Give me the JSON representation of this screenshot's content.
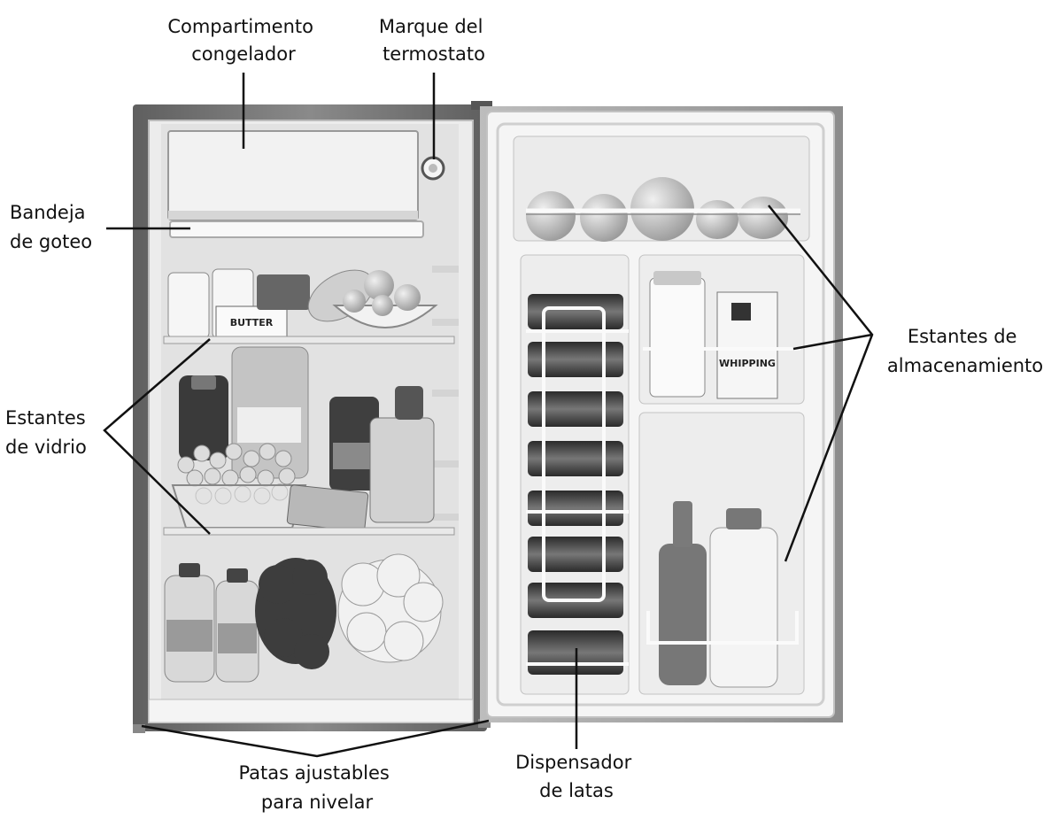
{
  "labels": {
    "freezer": [
      "Compartimento",
      "congelador"
    ],
    "thermostat": [
      "Marque del",
      "termostato"
    ],
    "drip_tray": [
      "Bandeja",
      "de goteo"
    ],
    "glass_shelves": [
      "Estantes",
      "de vidrio"
    ],
    "storage_shelves": [
      "Estantes de",
      "almacenamiento"
    ],
    "leveling_legs": [
      "Patas ajustables",
      "para nivelar"
    ],
    "can_dispenser": [
      "Dispensador",
      "de latas"
    ]
  },
  "items": {
    "butter": "BUTTER",
    "whipping": "WHIPPING"
  },
  "colors": {
    "cabinet_outline": "#6e6e6e",
    "interior": "#ececec",
    "liner": "#f7f7f7",
    "leader_line": "#111111"
  }
}
